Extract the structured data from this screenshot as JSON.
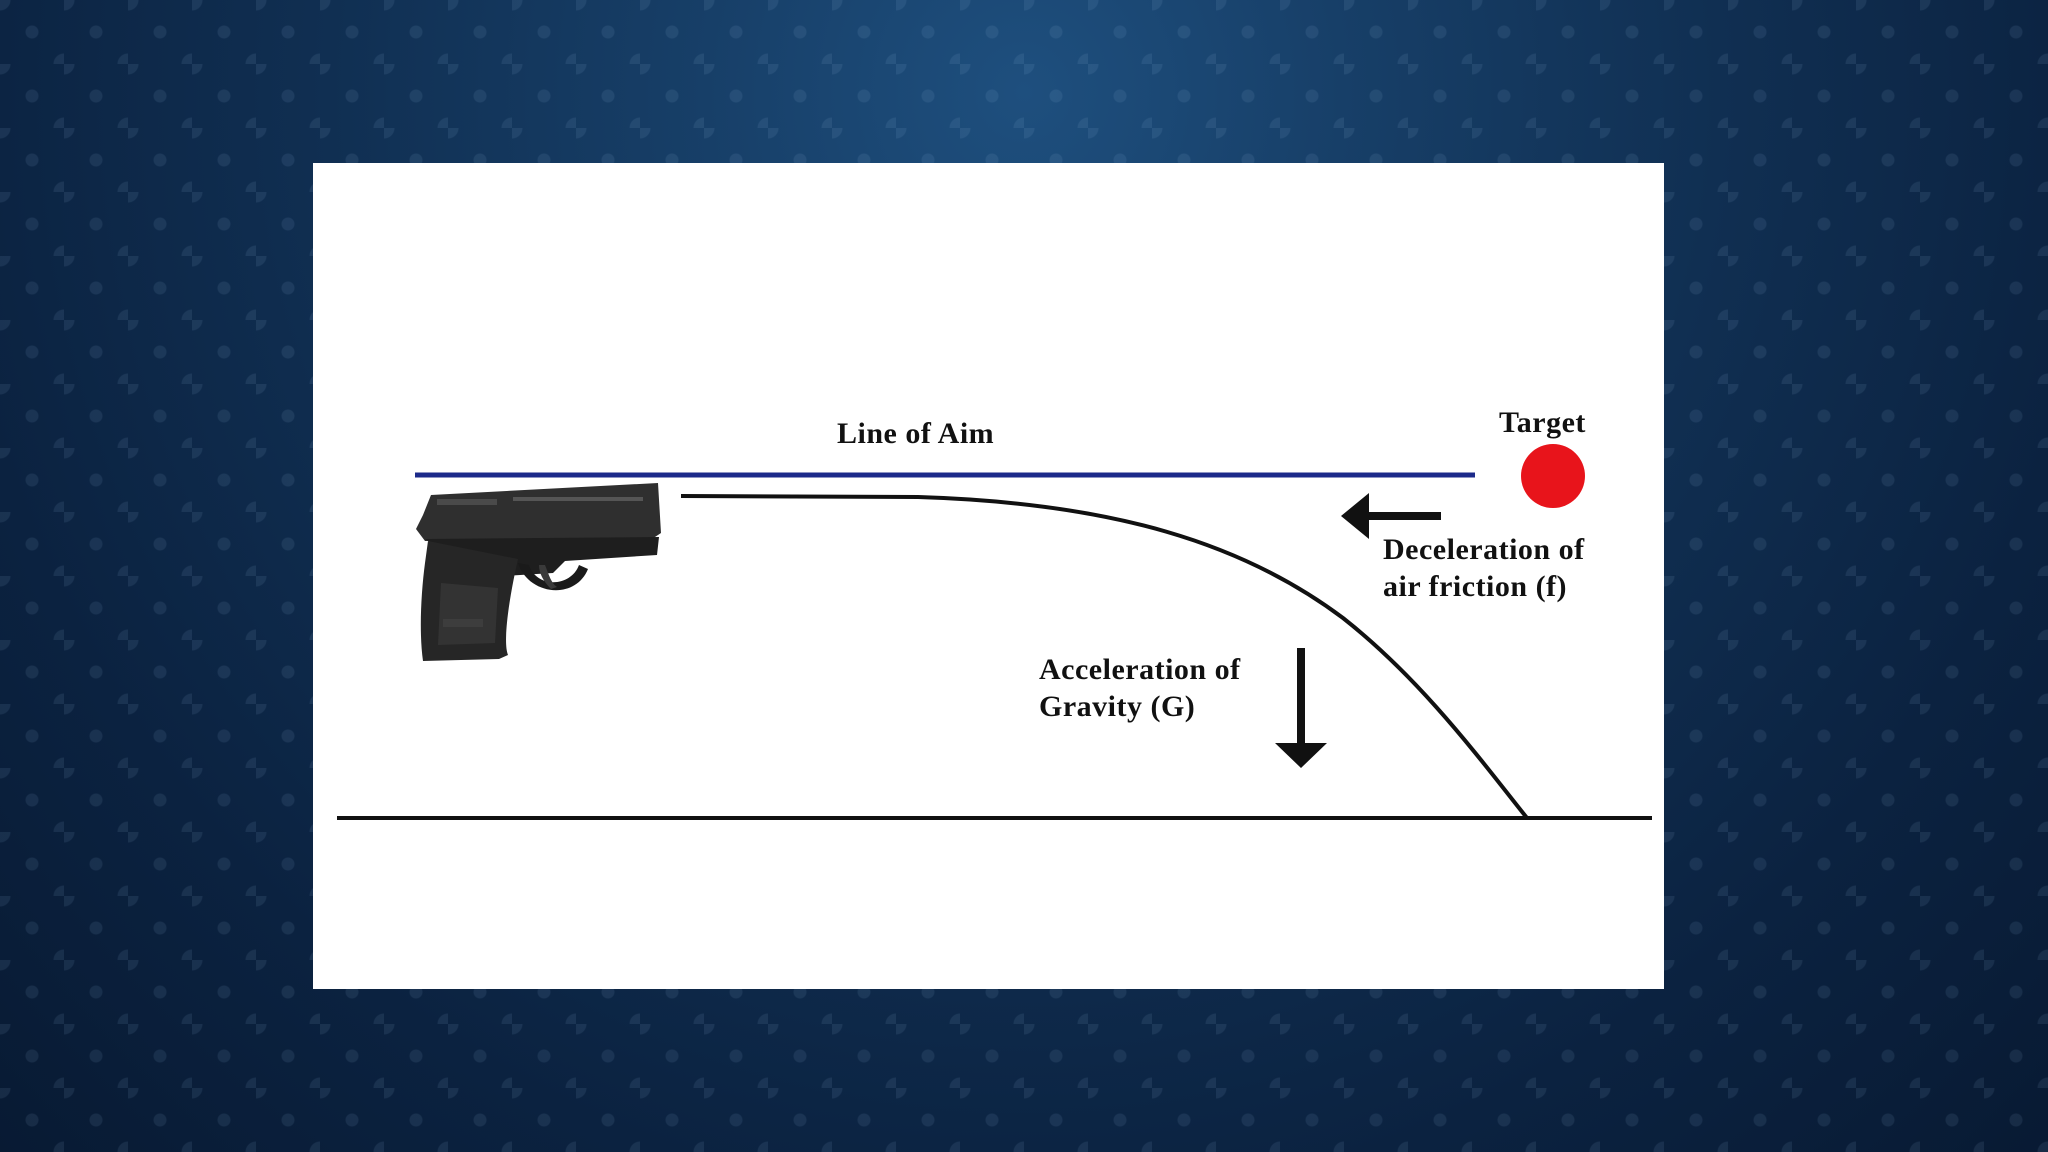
{
  "diagram": {
    "line_of_aim_label": "Line of Aim",
    "target_label": "Target",
    "friction_label_line1": "Deceleration of",
    "friction_label_line2": "air friction (f)",
    "gravity_label_line1": "Acceleration of",
    "gravity_label_line2": "Gravity (G)"
  },
  "icons": {
    "pistol": "pistol-icon",
    "target": "target-dot",
    "friction_arrow": "arrow-left-icon",
    "gravity_arrow": "arrow-down-icon"
  },
  "colors": {
    "line_of_aim": "#1c2a8a",
    "target": "#e8141b",
    "trajectory": "#111111",
    "panel": "#ffffff"
  }
}
